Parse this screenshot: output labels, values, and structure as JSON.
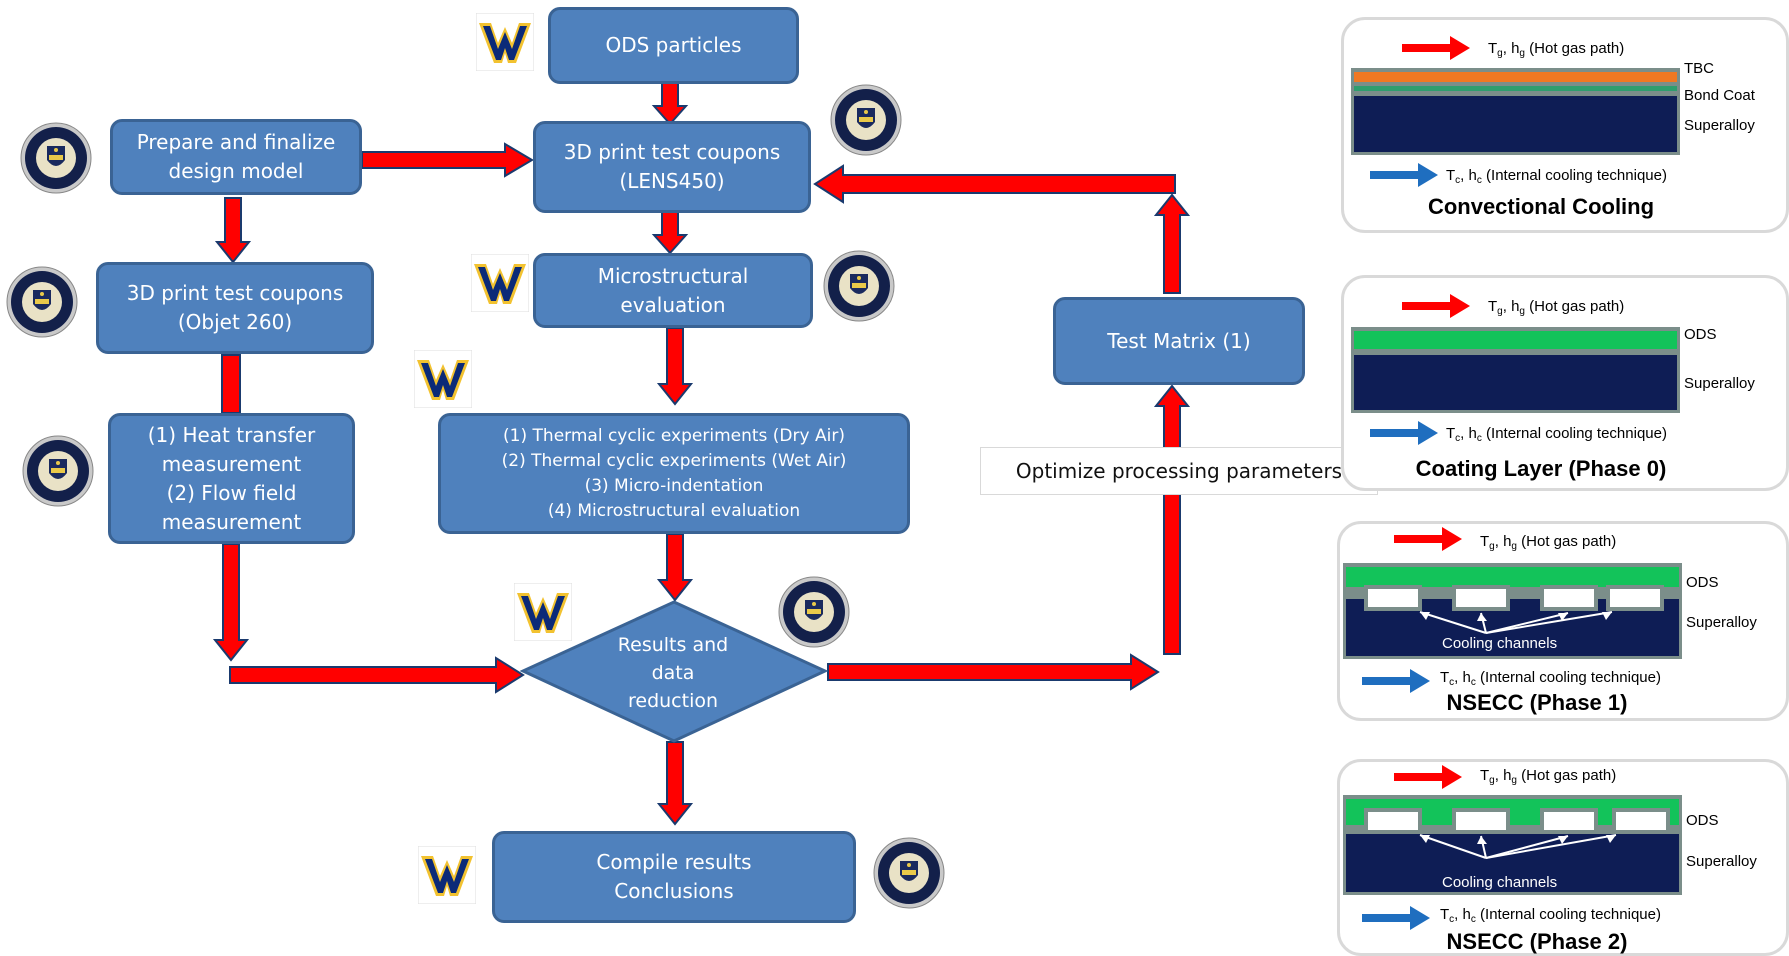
{
  "flow": {
    "ods_particles": "ODS particles",
    "print_lens": [
      "3D print test coupons",
      "(LENS450)"
    ],
    "prepare_model": [
      "Prepare and finalize",
      "design model"
    ],
    "print_objet": [
      "3D print test coupons",
      "(Objet 260)"
    ],
    "microstructural": [
      "Microstructural",
      "evaluation"
    ],
    "experiments": [
      "(1) Thermal cyclic experiments (Dry Air)",
      "(2) Thermal cyclic experiments (Wet Air)",
      "(3) Micro-indentation",
      "(4) Microstructural evaluation"
    ],
    "heat_transfer": [
      "(1) Heat transfer",
      "measurement",
      "(2) Flow field",
      "measurement"
    ],
    "results": [
      "Results and",
      "data",
      "reduction"
    ],
    "test_matrix": "Test Matrix (1)",
    "optimize": "Optimize processing parameters",
    "compile": [
      "Compile results",
      "Conclusions"
    ]
  },
  "panels": [
    {
      "title": "Convectional Cooling",
      "hot_gas": "(Hot gas path)",
      "cooling": "(Internal cooling technique)",
      "layers": [
        "TBC",
        "Bond Coat",
        "Superalloy"
      ]
    },
    {
      "title": "Coating Layer (Phase 0)",
      "hot_gas": "(Hot gas path)",
      "cooling": "(Internal cooling technique)",
      "layers": [
        "ODS",
        "Superalloy"
      ]
    },
    {
      "title": "NSECC (Phase 1)",
      "hot_gas": "(Hot gas path)",
      "cooling": "(Internal cooling technique)",
      "layers": [
        "ODS",
        "Superalloy"
      ],
      "channels": "Cooling channels"
    },
    {
      "title": "NSECC (Phase 2)",
      "hot_gas": "(Hot gas path)",
      "cooling": "(Internal cooling technique)",
      "layers": [
        "ODS",
        "Superalloy"
      ],
      "channels": "Cooling channels"
    }
  ],
  "colors": {
    "box_fill": "#4f81bd",
    "arrow_fill": "#ff0000",
    "tbc": "#f07822",
    "bond_coat": "#2e9e6e",
    "ods": "#13c35a",
    "superalloy": "#0e1d55",
    "hot_arrow": "#ff0000",
    "cool_arrow": "#1f6ebf"
  },
  "logos": {
    "wvu": "wvu-logo",
    "pitt": "pitt-seal"
  }
}
